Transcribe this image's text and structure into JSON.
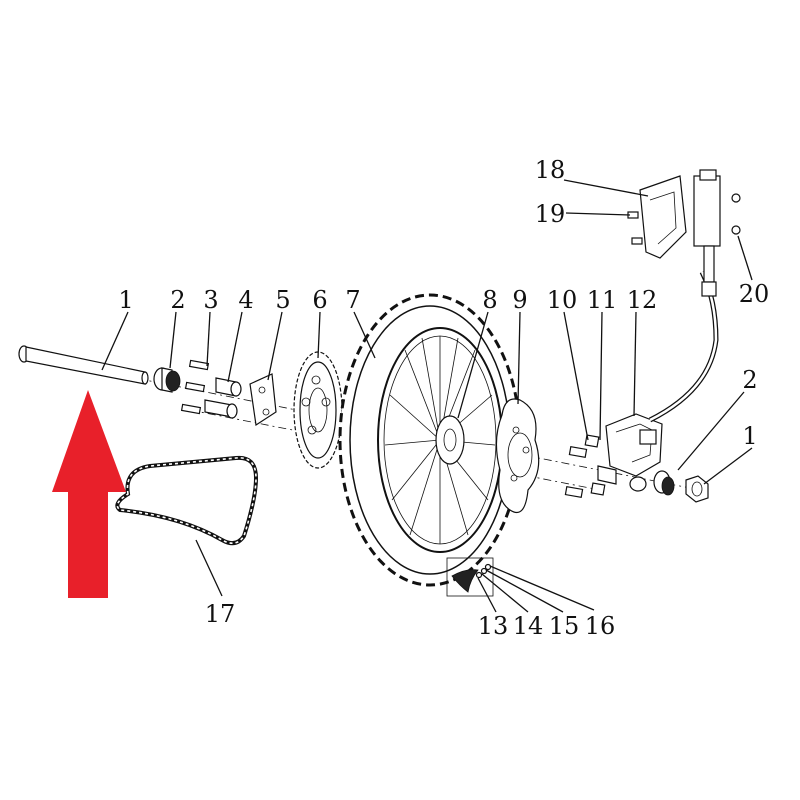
{
  "callouts": [
    {
      "id": "c1a",
      "text": "1"
    },
    {
      "id": "c2a",
      "text": "2"
    },
    {
      "id": "c3",
      "text": "3"
    },
    {
      "id": "c4",
      "text": "4"
    },
    {
      "id": "c5",
      "text": "5"
    },
    {
      "id": "c6",
      "text": "6"
    },
    {
      "id": "c7",
      "text": "7"
    },
    {
      "id": "c8",
      "text": "8"
    },
    {
      "id": "c9",
      "text": "9"
    },
    {
      "id": "c10",
      "text": "10"
    },
    {
      "id": "c11",
      "text": "11"
    },
    {
      "id": "c12",
      "text": "12"
    },
    {
      "id": "c2b",
      "text": "2"
    },
    {
      "id": "c1b",
      "text": "1"
    },
    {
      "id": "c13",
      "text": "13"
    },
    {
      "id": "c14",
      "text": "14"
    },
    {
      "id": "c15",
      "text": "15"
    },
    {
      "id": "c16",
      "text": "16"
    },
    {
      "id": "c17",
      "text": "17"
    },
    {
      "id": "c18",
      "text": "18"
    },
    {
      "id": "c19",
      "text": "19"
    },
    {
      "id": "c20",
      "text": "20"
    }
  ],
  "colors": {
    "arrow": "#e8202a",
    "lines": "#111111",
    "background": "#ffffff"
  },
  "highlight_arrow": {
    "direction": "up",
    "points_to_callout": "1"
  }
}
